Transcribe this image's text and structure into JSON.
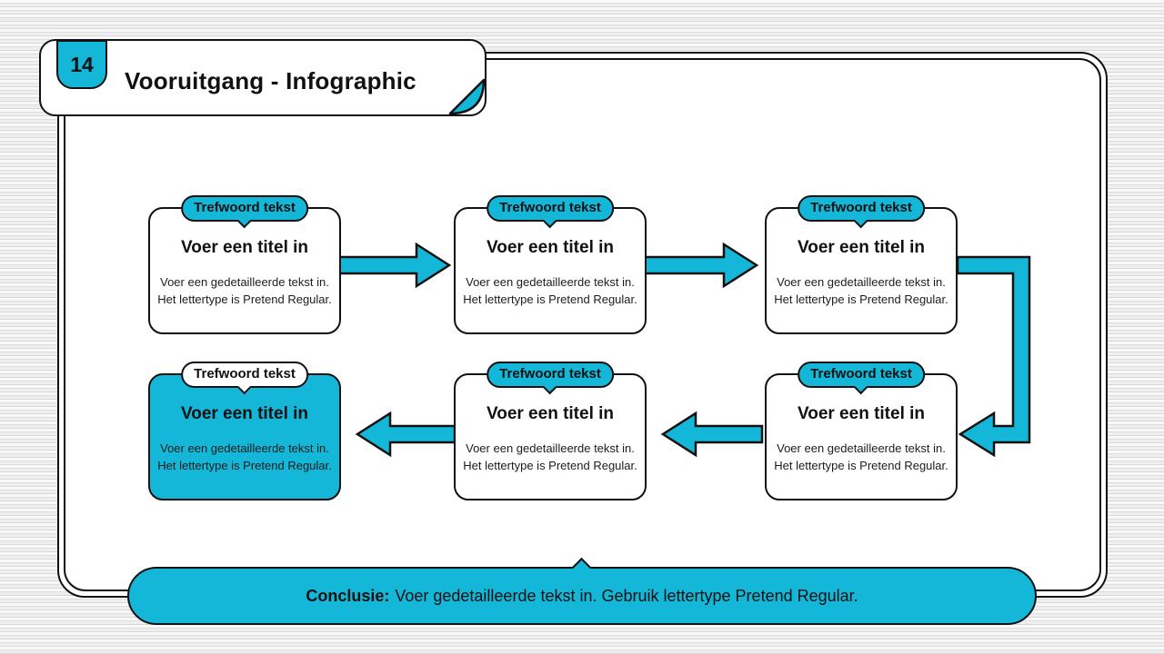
{
  "slide": {
    "page_number": "14",
    "title": "Vooruitgang - Infographic"
  },
  "colors": {
    "accent": "#15b7d8",
    "outline": "#111111"
  },
  "boxes": [
    {
      "keyword": "Trefwoord tekst",
      "title": "Voer een titel in",
      "detail1": "Voer een gedetailleerde tekst in.",
      "detail2": "Het lettertype is Pretend Regular."
    },
    {
      "keyword": "Trefwoord tekst",
      "title": "Voer een titel in",
      "detail1": "Voer een gedetailleerde tekst in.",
      "detail2": "Het lettertype is Pretend Regular."
    },
    {
      "keyword": "Trefwoord tekst",
      "title": "Voer een titel in",
      "detail1": "Voer een gedetailleerde tekst in.",
      "detail2": "Het lettertype is Pretend Regular."
    },
    {
      "keyword": "Trefwoord tekst",
      "title": "Voer een titel in",
      "detail1": "Voer een gedetailleerde tekst in.",
      "detail2": "Het lettertype is Pretend Regular."
    },
    {
      "keyword": "Trefwoord tekst",
      "title": "Voer een titel in",
      "detail1": "Voer een gedetailleerde tekst in.",
      "detail2": "Het lettertype is Pretend Regular."
    },
    {
      "keyword": "Trefwoord tekst",
      "title": "Voer een titel in",
      "detail1": "Voer een gedetailleerde tekst in.",
      "detail2": "Het lettertype is Pretend Regular."
    }
  ],
  "conclusion": {
    "label": "Conclusie:",
    "text": "Voer gedetailleerde tekst in. Gebruik lettertype Pretend Regular."
  }
}
